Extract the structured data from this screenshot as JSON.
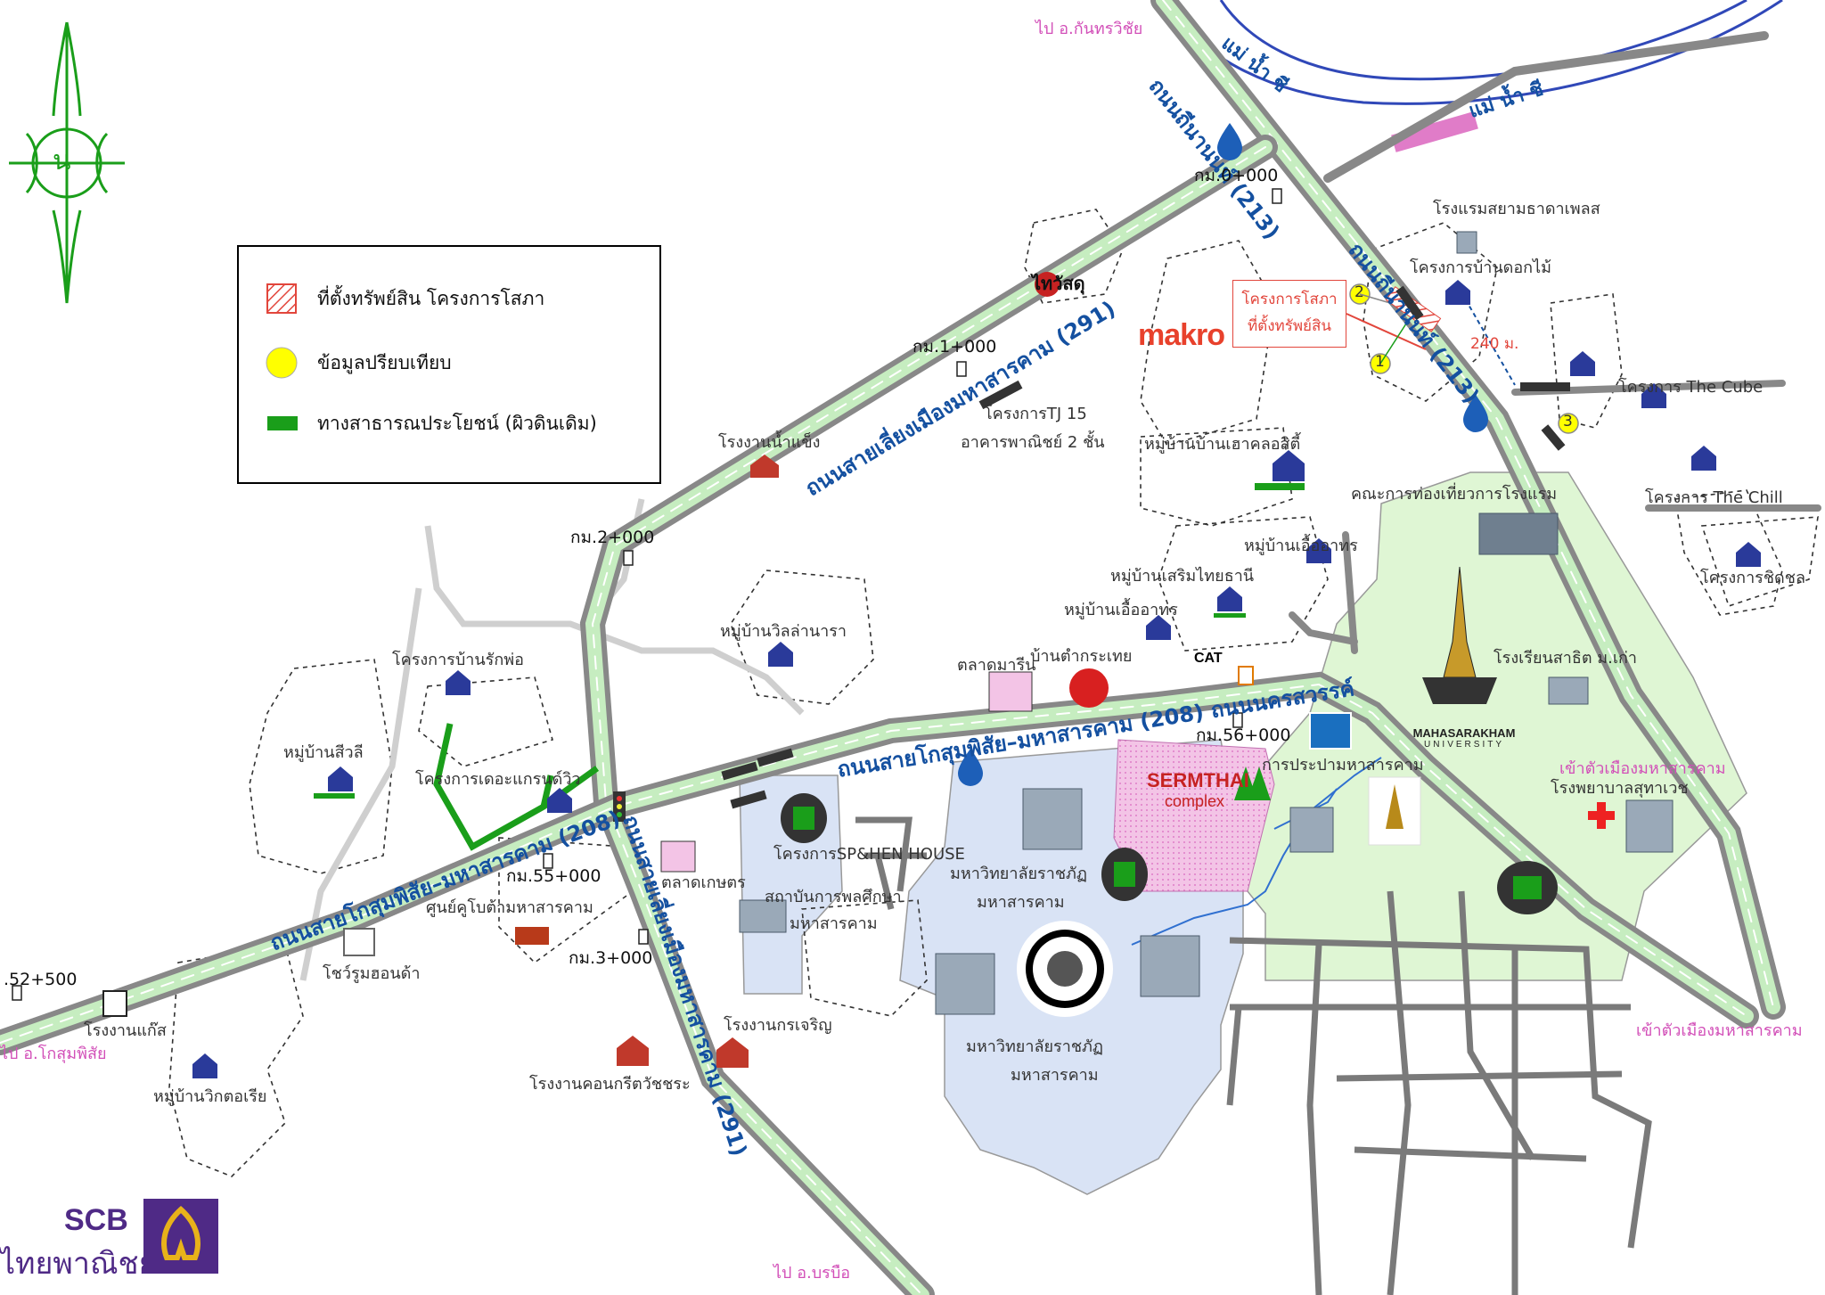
{
  "legend": {
    "property_label": "ที่ตั้งทรัพย์สิน  โครงการโสภา",
    "comparable_label": "ข้อมูลปรียบเทียบ",
    "public_way_label": "ทางสาธารณประโยชน์ (ผิวดินเดิม)",
    "colors": {
      "property": "#e2463c",
      "comparable": "#ffff00",
      "public_way": "#1a9e1a"
    }
  },
  "compass": {
    "glyph": "น",
    "icon": "thai-north-compass-icon",
    "color": "#1a9e1a"
  },
  "roads": [
    {
      "id": "r213a",
      "label": "ถนนถีนานนท์ (213)"
    },
    {
      "id": "r213b",
      "label": "ถนนถีนานนท์ (213)"
    },
    {
      "id": "r291a",
      "label": "ถนนสายเลี่ยงเมืองมหาสารคาม (291)"
    },
    {
      "id": "r291b",
      "label": "ถนนสายเลี่ยงเมืองมหาสารคาม (291)"
    },
    {
      "id": "r208a",
      "label": "ถนนสายโกสุมพิสัย–มหาสารคาม (208) ถนนนครสวรรค์"
    },
    {
      "id": "r208b",
      "label": "ถนนสายโกสุมพิสัย–มหาสารคาม (208)"
    }
  ],
  "river_labels": [
    "แม่ น้ำ ชี",
    "แม่ น้ำ ชี"
  ],
  "destinations": [
    {
      "id": "kantharawichai",
      "label": "ไป อ.กันทรวิชัย"
    },
    {
      "id": "kosum",
      "label": "ไป อ.โกสุมพิสัย"
    },
    {
      "id": "borabue",
      "label": "ไป อ.บรบือ"
    },
    {
      "id": "city1",
      "label": "เข้าตัวเมืองมหาสารคาม"
    },
    {
      "id": "city2",
      "label": "เข้าตัวเมืองมหาสารคาม"
    }
  ],
  "km_markers": [
    {
      "id": "km0",
      "label": "กม.0+000"
    },
    {
      "id": "km1",
      "label": "กม.1+000"
    },
    {
      "id": "km2",
      "label": "กม.2+000"
    },
    {
      "id": "km3",
      "label": "กม.3+000"
    },
    {
      "id": "km55",
      "label": "กม.55+000"
    },
    {
      "id": "km56",
      "label": "กม.56+000"
    },
    {
      "id": "km52",
      "label": ".52+500"
    }
  ],
  "places": [
    {
      "id": "hotel_siam",
      "label": "โรงแรมสยามธาดาเพลส"
    },
    {
      "id": "ban_dokmai",
      "label": "โครงการบ้านดอกไม้"
    },
    {
      "id": "the_cube",
      "label": "โครงการ The Cube"
    },
    {
      "id": "the_chill",
      "label": "โครงการ The Chill"
    },
    {
      "id": "chotchon",
      "label": "โครงการชิดชล"
    },
    {
      "id": "tj15_a",
      "label": "โครงการTJ 15"
    },
    {
      "id": "tj15_b",
      "label": "อาคารพาณิชย์ 2 ชั้น"
    },
    {
      "id": "ice",
      "label": "โรงงานน้ำแข็ง"
    },
    {
      "id": "haoklot",
      "label": "หมู่บ้านบ้านเฮาคลอสิตี้"
    },
    {
      "id": "tourism",
      "label": "คณะการท่องเที่ยวการโรงแรม"
    },
    {
      "id": "uea_a",
      "label": "หมู่บ้านเอื้ออาทร"
    },
    {
      "id": "sermthai_v",
      "label": "หมู่บ้านเสริมไทยธานี"
    },
    {
      "id": "uea_b",
      "label": "หมู่บ้านเอื้ออาทร"
    },
    {
      "id": "villa",
      "label": "หมู่บ้านวิลล่านารา"
    },
    {
      "id": "rakpho",
      "label": "โครงการบ้านรักพ่อ"
    },
    {
      "id": "tamkrathai",
      "label": "บ้านตำกระเทย"
    },
    {
      "id": "market_mari",
      "label": "ตลาดมารีน"
    },
    {
      "id": "school",
      "label": "โรงเรียนสาธิต ม.เก่า"
    },
    {
      "id": "sivali",
      "label": "หมู่บ้านสีวลี"
    },
    {
      "id": "grand",
      "label": "โครงการเดอะแกรนด์วิว"
    },
    {
      "id": "sp_house",
      "label": "โครงการSP&HEN HOUSE"
    },
    {
      "id": "sport_a",
      "label": "สถาบันการพลศึกษา"
    },
    {
      "id": "sport_b",
      "label": "มหาสารคาม"
    },
    {
      "id": "rru_a",
      "label": "มหาวิทยาลัยราชภัฏ"
    },
    {
      "id": "rru_b",
      "label": "มหาสารคาม"
    },
    {
      "id": "kaset",
      "label": "ตลาดเกษตร"
    },
    {
      "id": "kubota",
      "label": "ศูนย์คูโบต้ามหาสารคาม"
    },
    {
      "id": "honda",
      "label": "โชว์รูมฮอนด้า"
    },
    {
      "id": "gas",
      "label": "โรงงานแก๊ส"
    },
    {
      "id": "victoria",
      "label": "หมู่บ้านวิกตอเรีย"
    },
    {
      "id": "krajaroen",
      "label": "โรงงานกรเจริญ"
    },
    {
      "id": "concrete",
      "label": "โรงงานคอนกรีตวัชชระ"
    },
    {
      "id": "suthawet",
      "label": "โรงพยาบาลสุทาเวช"
    },
    {
      "id": "prapathum",
      "label": "การประปามหาสารคาม"
    },
    {
      "id": "rru_main_a",
      "label": "มหาวิทยาลัยราชภัฏ"
    },
    {
      "id": "rru_main_b",
      "label": "มหาสารคาม"
    }
  ],
  "property_box": {
    "line1": "โครงการโสภา",
    "line2": "ที่ตั้งทรัพย์สิน"
  },
  "comparables": [
    "1",
    "2",
    "3"
  ],
  "distance_label": "240 ม.",
  "brands": {
    "makro": "makro",
    "thaiwatsadu": "ไทวัสดุ",
    "sermthai_1": "SERMTHAI",
    "sermthai_2": "complex",
    "cat": "CAT",
    "msu_1": "MAHASARAKHAM",
    "msu_2": "UNIVERSITY",
    "scb_1": "SCB",
    "scb_2": "ไทยพาณิชย์"
  }
}
